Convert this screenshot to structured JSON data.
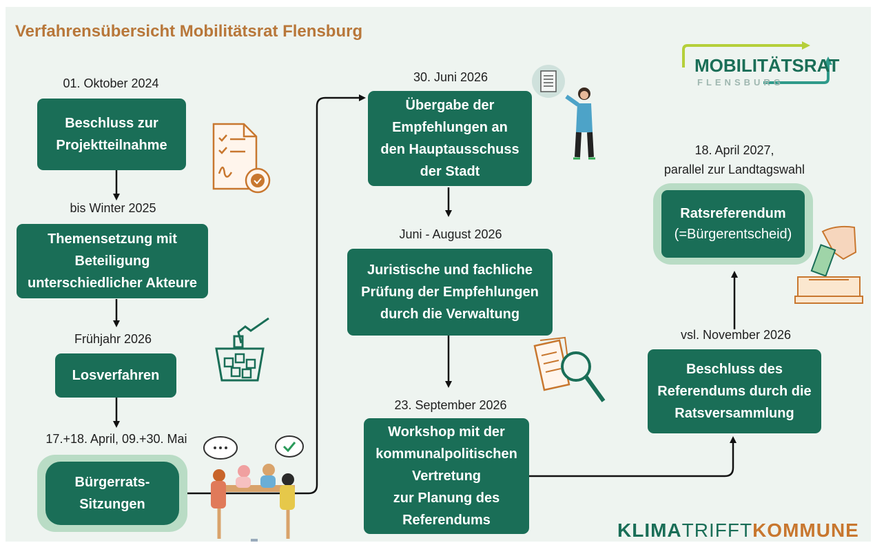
{
  "title": "Verfahrensübersicht Mobilitätsrat Flensburg",
  "logo": {
    "main": "MOBILITÄTSRAT",
    "sub": "FLENSBURG"
  },
  "steps": [
    {
      "date": "01. Oktober 2024",
      "label": "Beschluss zur\nProjektteilnahme"
    },
    {
      "date": "bis Winter 2025",
      "label": "Themensetzung mit\nBeteiligung\nunterschiedlicher Akteure"
    },
    {
      "date": "Frühjahr 2026",
      "label": "Losverfahren"
    },
    {
      "date": "17.+18. April, 09.+30. Mai",
      "label": "Bürgerrats-\nSitzungen"
    },
    {
      "date": "30. Juni 2026",
      "label": "Übergabe der\nEmpfehlungen an\nden Hauptausschuss\nder Stadt"
    },
    {
      "date": "Juni - August 2026",
      "label": "Juristische und fachliche\nPrüfung der Empfehlungen\ndurch die Verwaltung"
    },
    {
      "date": "23. September 2026",
      "label": "Workshop mit der\nkommunalpolitischen\nVertretung\nzur Planung des\nReferendums"
    },
    {
      "date": "vsl. November 2026",
      "label": "Beschluss des\nReferendums durch die\nRatsversammlung"
    },
    {
      "date": "18. April 2027,\nparallel zur Landtagswahl",
      "label_bold": "Ratsreferendum",
      "label_sub": "(=Bürgerentscheid)"
    }
  ],
  "footer": {
    "part1": "KLIMA",
    "part2": "TRIFFT",
    "part3": "KOMMUNE"
  },
  "colors": {
    "box": "#1a6e57",
    "halo": "#b9dcc5",
    "title": "#b8773a",
    "background": "#eef4f0",
    "accent": "#c8772f"
  },
  "icons": [
    "checklist-certificate-icon",
    "document-icon",
    "presenter-person-icon",
    "lottery-hand-icon",
    "magnifier-document-icon",
    "group-discussion-icon",
    "ballot-box-icon"
  ]
}
